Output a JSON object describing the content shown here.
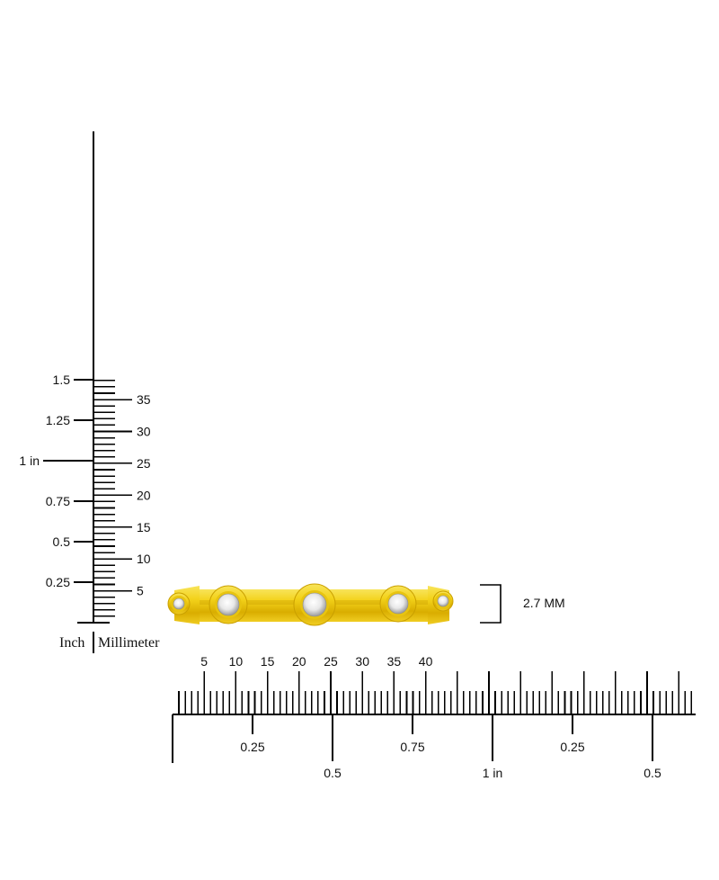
{
  "vertical_ruler": {
    "inch_labels": [
      "1.5",
      "1.25",
      "1 in",
      "0.75",
      "0.5",
      "0.25"
    ],
    "mm_labels": [
      "35",
      "30",
      "25",
      "20",
      "15",
      "10",
      "5"
    ],
    "unit_inch": "Inch",
    "unit_mm": "Millimeter"
  },
  "horizontal_ruler": {
    "mm_labels": [
      "5",
      "10",
      "15",
      "20",
      "25",
      "30",
      "35",
      "40"
    ],
    "inch_labels": [
      "0.25",
      "0.5",
      "0.75",
      "1 in",
      "0.25",
      "0.5"
    ]
  },
  "dimension": {
    "label": "2.7 MM"
  },
  "product": {
    "description_icon": "gold-bezel-diamond-band-image",
    "metal_color": "#f2d31a",
    "stone_count_visible": 5
  }
}
